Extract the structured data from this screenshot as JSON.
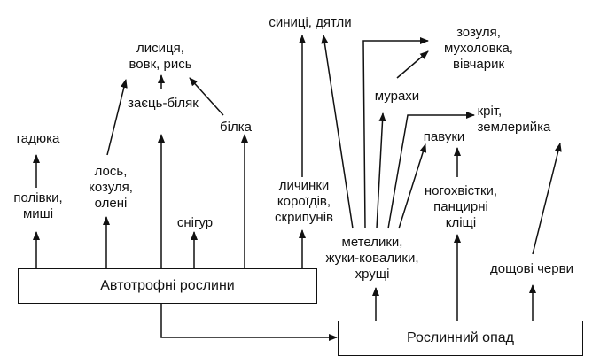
{
  "boxes": {
    "autotrophs": "Автотрофні рослини",
    "litter": "Рослинний опад"
  },
  "nodes": {
    "adder": [
      "гадюка"
    ],
    "voles": [
      "полівки,",
      "миші"
    ],
    "ungulates": [
      "лось,",
      "козуля,",
      "олені"
    ],
    "predators": [
      "лисиця,",
      "вовк, рись"
    ],
    "hare": [
      "заєць-біляк"
    ],
    "squirrel": [
      "білка"
    ],
    "bullfinch": [
      "снігур"
    ],
    "larvae": [
      "личинки",
      "короїдів,",
      "скрипунів"
    ],
    "tits": [
      "синиці, дятли"
    ],
    "cuckoo": [
      "зозуля,",
      "мухоловка,",
      "вівчарик"
    ],
    "ants": [
      "мурахи"
    ],
    "spiders": [
      "павуки"
    ],
    "mole": [
      "кріт,",
      "землерийка"
    ],
    "springtails": [
      "ногохвістки,",
      "панцирні",
      "кліщі"
    ],
    "butterflies": [
      "метелики,",
      "жуки-ковалики,",
      "хрущі"
    ],
    "earthworms": [
      "дощові черви"
    ]
  }
}
